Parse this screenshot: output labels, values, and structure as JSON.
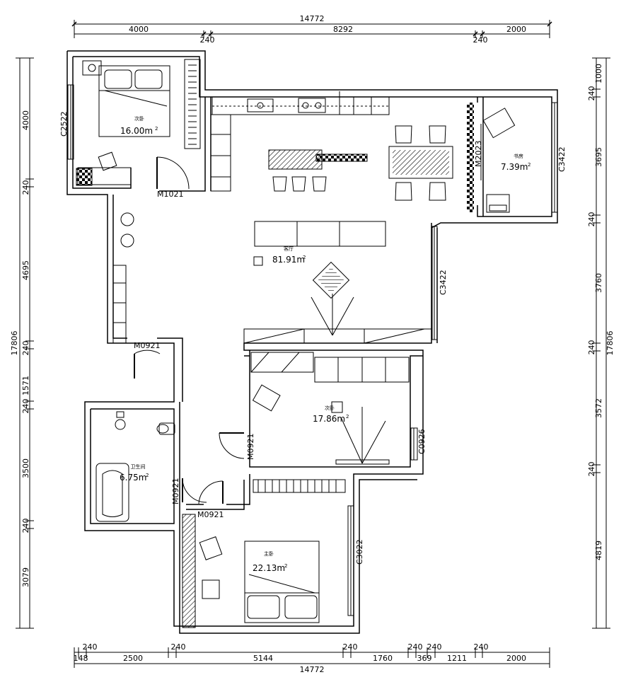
{
  "dimensions": {
    "top_total": "14772",
    "top_segments": [
      "4000",
      "8292",
      "2000"
    ],
    "top_walls": [
      "240",
      "240"
    ],
    "bottom_total": "14772",
    "bottom_walls": [
      "240",
      "240",
      "240",
      "240",
      "240",
      "240"
    ],
    "bottom_segments": [
      "148",
      "2500",
      "5144",
      "1760",
      "369",
      "1211",
      "2000"
    ],
    "left_total": "17806",
    "left_segments": [
      "4000",
      "240",
      "4695",
      "240",
      "1571",
      "240",
      "3500",
      "240",
      "3079"
    ],
    "right_total": "17806",
    "right_segments": [
      "240",
      "1000",
      "3695",
      "240",
      "3760",
      "240",
      "3572",
      "240",
      "4819"
    ]
  },
  "rooms": {
    "bedroom_nw": {
      "name": "次卧",
      "area": "16.00m",
      "sup": "2"
    },
    "study_ne": {
      "name": "书房",
      "area": "7.39m",
      "sup": "2"
    },
    "living": {
      "name": "客厅",
      "area": "81.91m",
      "sup": "2"
    },
    "bedroom_center": {
      "name": "次卧",
      "area": "17.86m",
      "sup": "2"
    },
    "bathroom": {
      "name": "卫生间",
      "area": "6.75m",
      "sup": "2"
    },
    "master": {
      "name": "主卧",
      "area": "22.13m",
      "sup": "2"
    }
  },
  "openings": {
    "door_bed1": "M1021",
    "door_study": "M2023",
    "door_hall": "M0921",
    "door_bedroom2": "M0921",
    "door_bath": "M0921",
    "door_master": "M0921",
    "window_bed1": "C2522",
    "window_study": "C3422",
    "window_living": "C3422",
    "window_bedroom2": "C0926",
    "window_master": "C3022"
  }
}
